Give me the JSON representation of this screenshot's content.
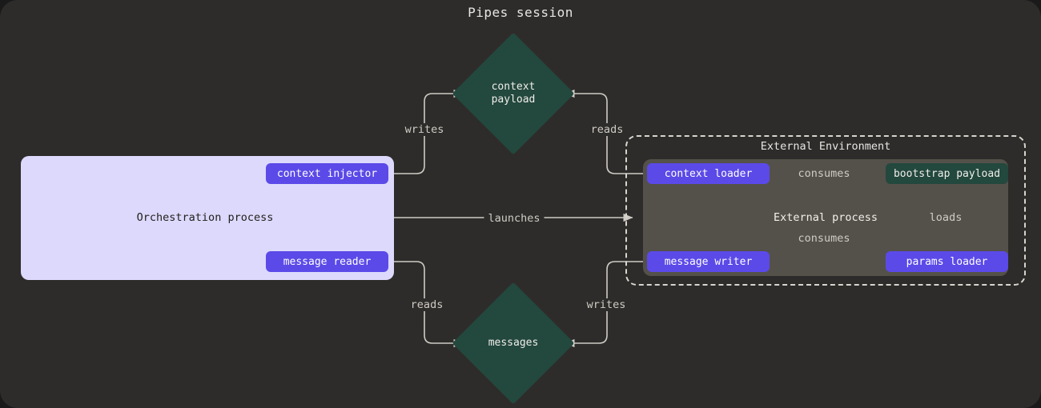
{
  "title": "Pipes session",
  "colors": {
    "background": "#2e2c2a",
    "panel": "#dcd9fd",
    "node": "#5b4ae8",
    "store": "#23483e",
    "process": "#54514a",
    "edge": "#cfccc6"
  },
  "orchestration": {
    "title": "Orchestration process",
    "nodes": {
      "context_injector": "context injector",
      "message_reader": "message reader"
    }
  },
  "stores": {
    "context_payload": "context\npayload",
    "messages": "messages",
    "bootstrap_payload": "bootstrap payload"
  },
  "external": {
    "environment_title": "External Environment",
    "process_title": "External process",
    "nodes": {
      "context_loader": "context loader",
      "message_writer": "message writer",
      "params_loader": "params loader"
    }
  },
  "edges": {
    "writes_context": "writes",
    "reads_context": "reads",
    "launches": "launches",
    "reads_messages": "reads",
    "writes_messages": "writes",
    "consumes_context": "consumes",
    "consumes_message": "consumes",
    "loads_params": "loads"
  }
}
